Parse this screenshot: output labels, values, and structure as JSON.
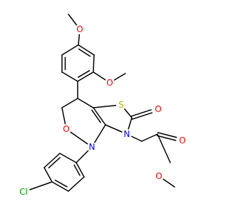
{
  "molecule": {
    "atoms": {
      "o_methoxy_top": {
        "symbol": "O",
        "color": "#ff0000"
      },
      "o_methoxy_ortho": {
        "symbol": "O",
        "color": "#ff0000"
      },
      "s_thiazole": {
        "symbol": "S",
        "color": "#b5b500"
      },
      "o_thiazole_carbonyl": {
        "symbol": "O",
        "color": "#ff0000"
      },
      "o_lactam": {
        "symbol": "O",
        "color": "#ff0000"
      },
      "n_ring": {
        "symbol": "N",
        "color": "#0000ff"
      },
      "n_thiazole": {
        "symbol": "N",
        "color": "#0000ff"
      },
      "o_ester_carbonyl": {
        "symbol": "O",
        "color": "#ff0000"
      },
      "o_ester": {
        "symbol": "O",
        "color": "#ff0000"
      },
      "cl": {
        "symbol": "Cl",
        "color": "#00a000"
      }
    }
  }
}
